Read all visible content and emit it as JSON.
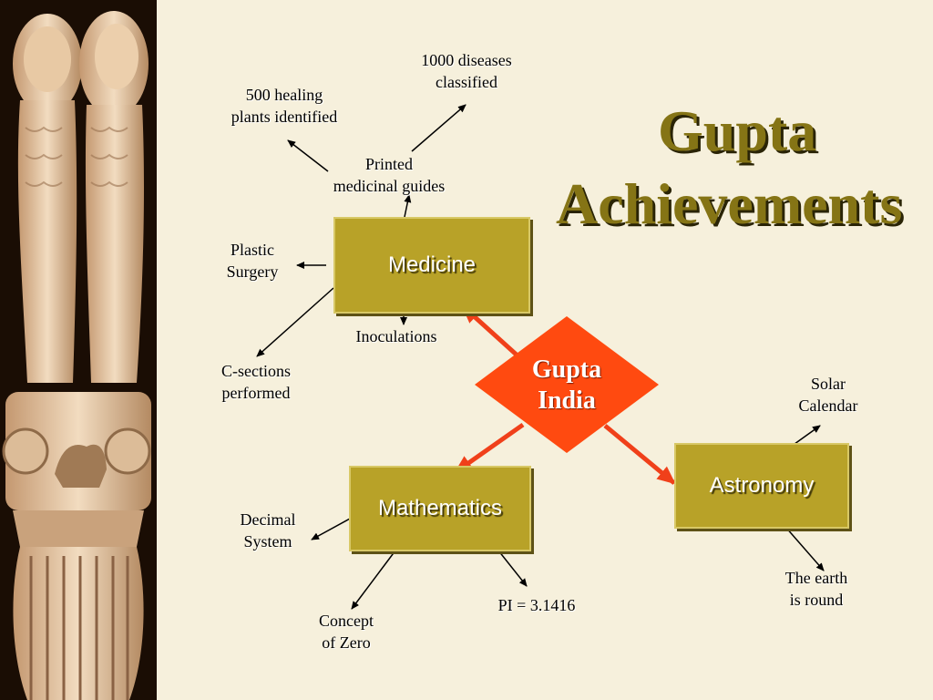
{
  "title": {
    "line1": "Gupta",
    "line2": "Achievements"
  },
  "center": {
    "line1": "Gupta",
    "line2": "India"
  },
  "boxes": {
    "medicine": "Medicine",
    "mathematics": "Mathematics",
    "astronomy": "Astronomy"
  },
  "medicine_items": {
    "diseases": [
      "1000 diseases",
      "classified"
    ],
    "plants": [
      "500 healing",
      "plants identified"
    ],
    "guides": [
      "Printed",
      "medicinal guides"
    ],
    "plastic": [
      "Plastic",
      "Surgery"
    ],
    "inoculations": [
      "Inoculations"
    ],
    "csections": [
      "C-sections",
      "performed"
    ]
  },
  "math_items": {
    "decimal": [
      "Decimal",
      "System"
    ],
    "zero": [
      "Concept",
      "of Zero"
    ],
    "pi": [
      "PI = 3.1416"
    ]
  },
  "astronomy_items": {
    "solar": [
      "Solar",
      "Calendar"
    ],
    "earth": [
      "The earth",
      "is round"
    ]
  },
  "colors": {
    "background": "#f6f0dc",
    "box": "#b8a228",
    "title": "#857415",
    "diamond": "#ff4a10",
    "arrow": "#f0401a"
  }
}
